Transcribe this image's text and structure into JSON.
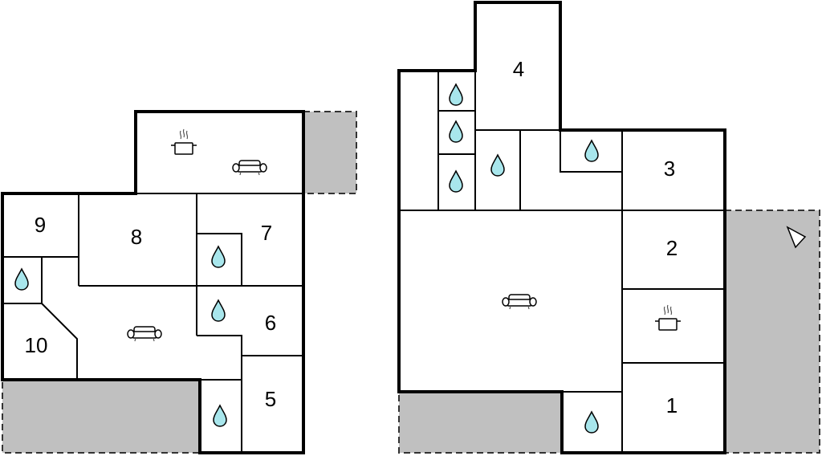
{
  "floors": [
    {
      "id": "left",
      "rooms": [
        {
          "label": "9"
        },
        {
          "label": "8"
        },
        {
          "label": "7"
        },
        {
          "label": "6"
        },
        {
          "label": "5"
        },
        {
          "label": "10"
        }
      ],
      "icons": [
        "water-drop-icon",
        "sofa-icon",
        "cooking-pot-icon"
      ]
    },
    {
      "id": "right",
      "rooms": [
        {
          "label": "4"
        },
        {
          "label": "3"
        },
        {
          "label": "2"
        },
        {
          "label": "1"
        }
      ],
      "icons": [
        "water-drop-icon",
        "sofa-icon",
        "cooking-pot-icon",
        "compass-arrow-icon"
      ]
    }
  ],
  "colors": {
    "terrace": "#c0c0c0",
    "water": "#a8e6ec",
    "wall": "#000000",
    "background": "#ffffff"
  }
}
